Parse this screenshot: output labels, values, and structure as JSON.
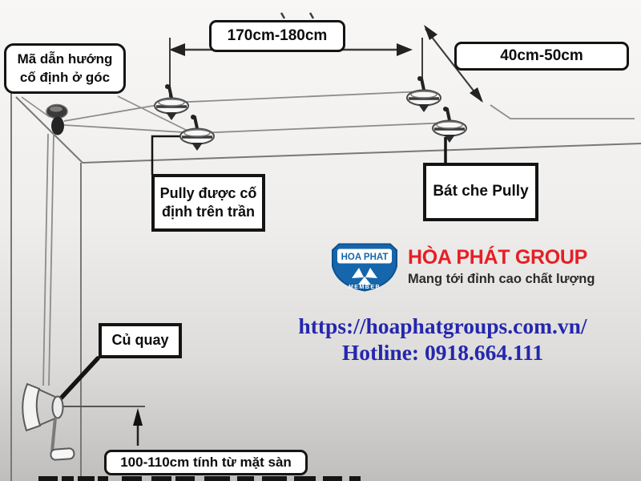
{
  "diagram": {
    "annotations": {
      "corner_guide": {
        "lines": [
          "Mã dẫn hướng",
          "cố định ở góc"
        ]
      },
      "span_measure": "170cm-180cm",
      "gap_measure": "40cm-50cm",
      "pulley_fixed": {
        "lines": [
          "Pully được cố",
          "định trên trần"
        ]
      },
      "pulley_cover": "Bát che Pully",
      "winder": "Củ quay",
      "floor_height": "100-110cm tính từ mặt sàn"
    }
  },
  "branding": {
    "logo_badge": {
      "title": "HOA PHAT",
      "member": "MEMBER"
    },
    "company": "HÒA PHÁT GROUP",
    "tagline": "Mang tới đỉnh cao chất lượng",
    "website": "https://hoaphatgroups.com.vn/",
    "hotline": "Hotline: 0918.664.111"
  },
  "colors": {
    "brand_blue": "#1566ab",
    "brand_red": "#e61e25",
    "link_blue": "#2527ad",
    "line_gray": "#8c8c8c",
    "callout_border": "#141414"
  }
}
